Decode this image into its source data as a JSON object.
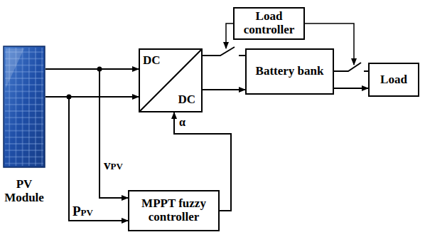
{
  "diagram": {
    "nodes": [
      {
        "text": [
          "PV Module"
        ]
      },
      {
        "text": [
          "DC",
          "DC"
        ]
      },
      {
        "text": [
          "Load controller"
        ]
      },
      {
        "text": [
          "Battery bank"
        ]
      },
      {
        "text": [
          "Load"
        ]
      },
      {
        "text": [
          "MPPT fuzzy controller"
        ]
      }
    ],
    "edges": [
      {
        "from": 0,
        "to": 1,
        "arrow": "to"
      },
      {
        "from": 0,
        "to": 1,
        "arrow": "to"
      },
      {
        "from": 0,
        "to": 5,
        "label": "vPV",
        "arrow": "to"
      },
      {
        "from": 0,
        "to": 5,
        "label": "PPV",
        "arrow": "to"
      },
      {
        "from": 5,
        "to": 1,
        "label": "α",
        "arrow": "to"
      },
      {
        "from": 1,
        "to": 3,
        "arrow": "none"
      },
      {
        "from": 1,
        "to": 3,
        "arrow": "to"
      },
      {
        "from": 3,
        "to": 4,
        "arrow": "none"
      },
      {
        "from": 3,
        "to": 4,
        "arrow": "to"
      }
    ]
  }
}
